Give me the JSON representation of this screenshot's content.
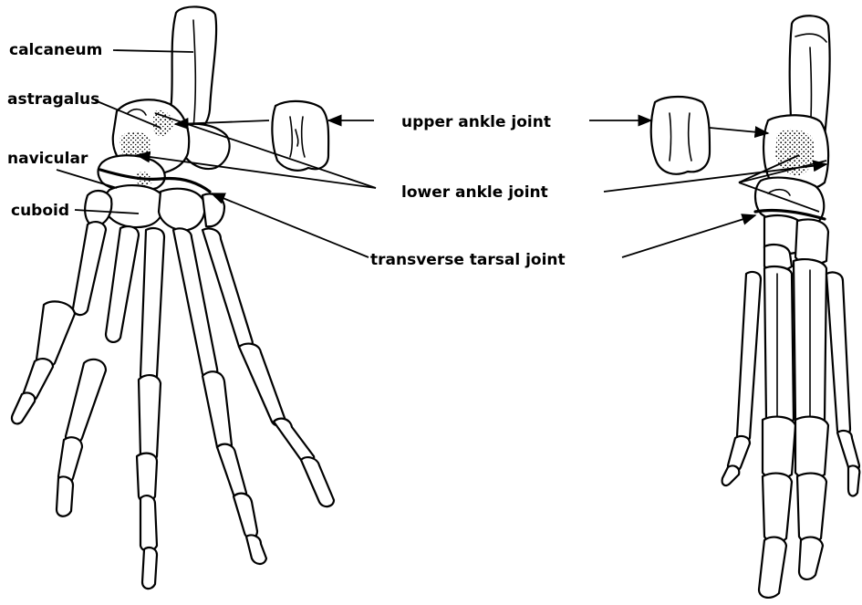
{
  "labels": {
    "calcaneum": "calcaneum",
    "astragalus": "astragalus",
    "navicular": "navicular",
    "cuboid": "cuboid",
    "upper_ankle_joint": "upper ankle joint",
    "lower_ankle_joint": "lower ankle joint",
    "transverse_tarsal_joint": "transverse tarsal joint"
  },
  "colors": {
    "ink": "#000000",
    "paper": "#ffffff"
  }
}
